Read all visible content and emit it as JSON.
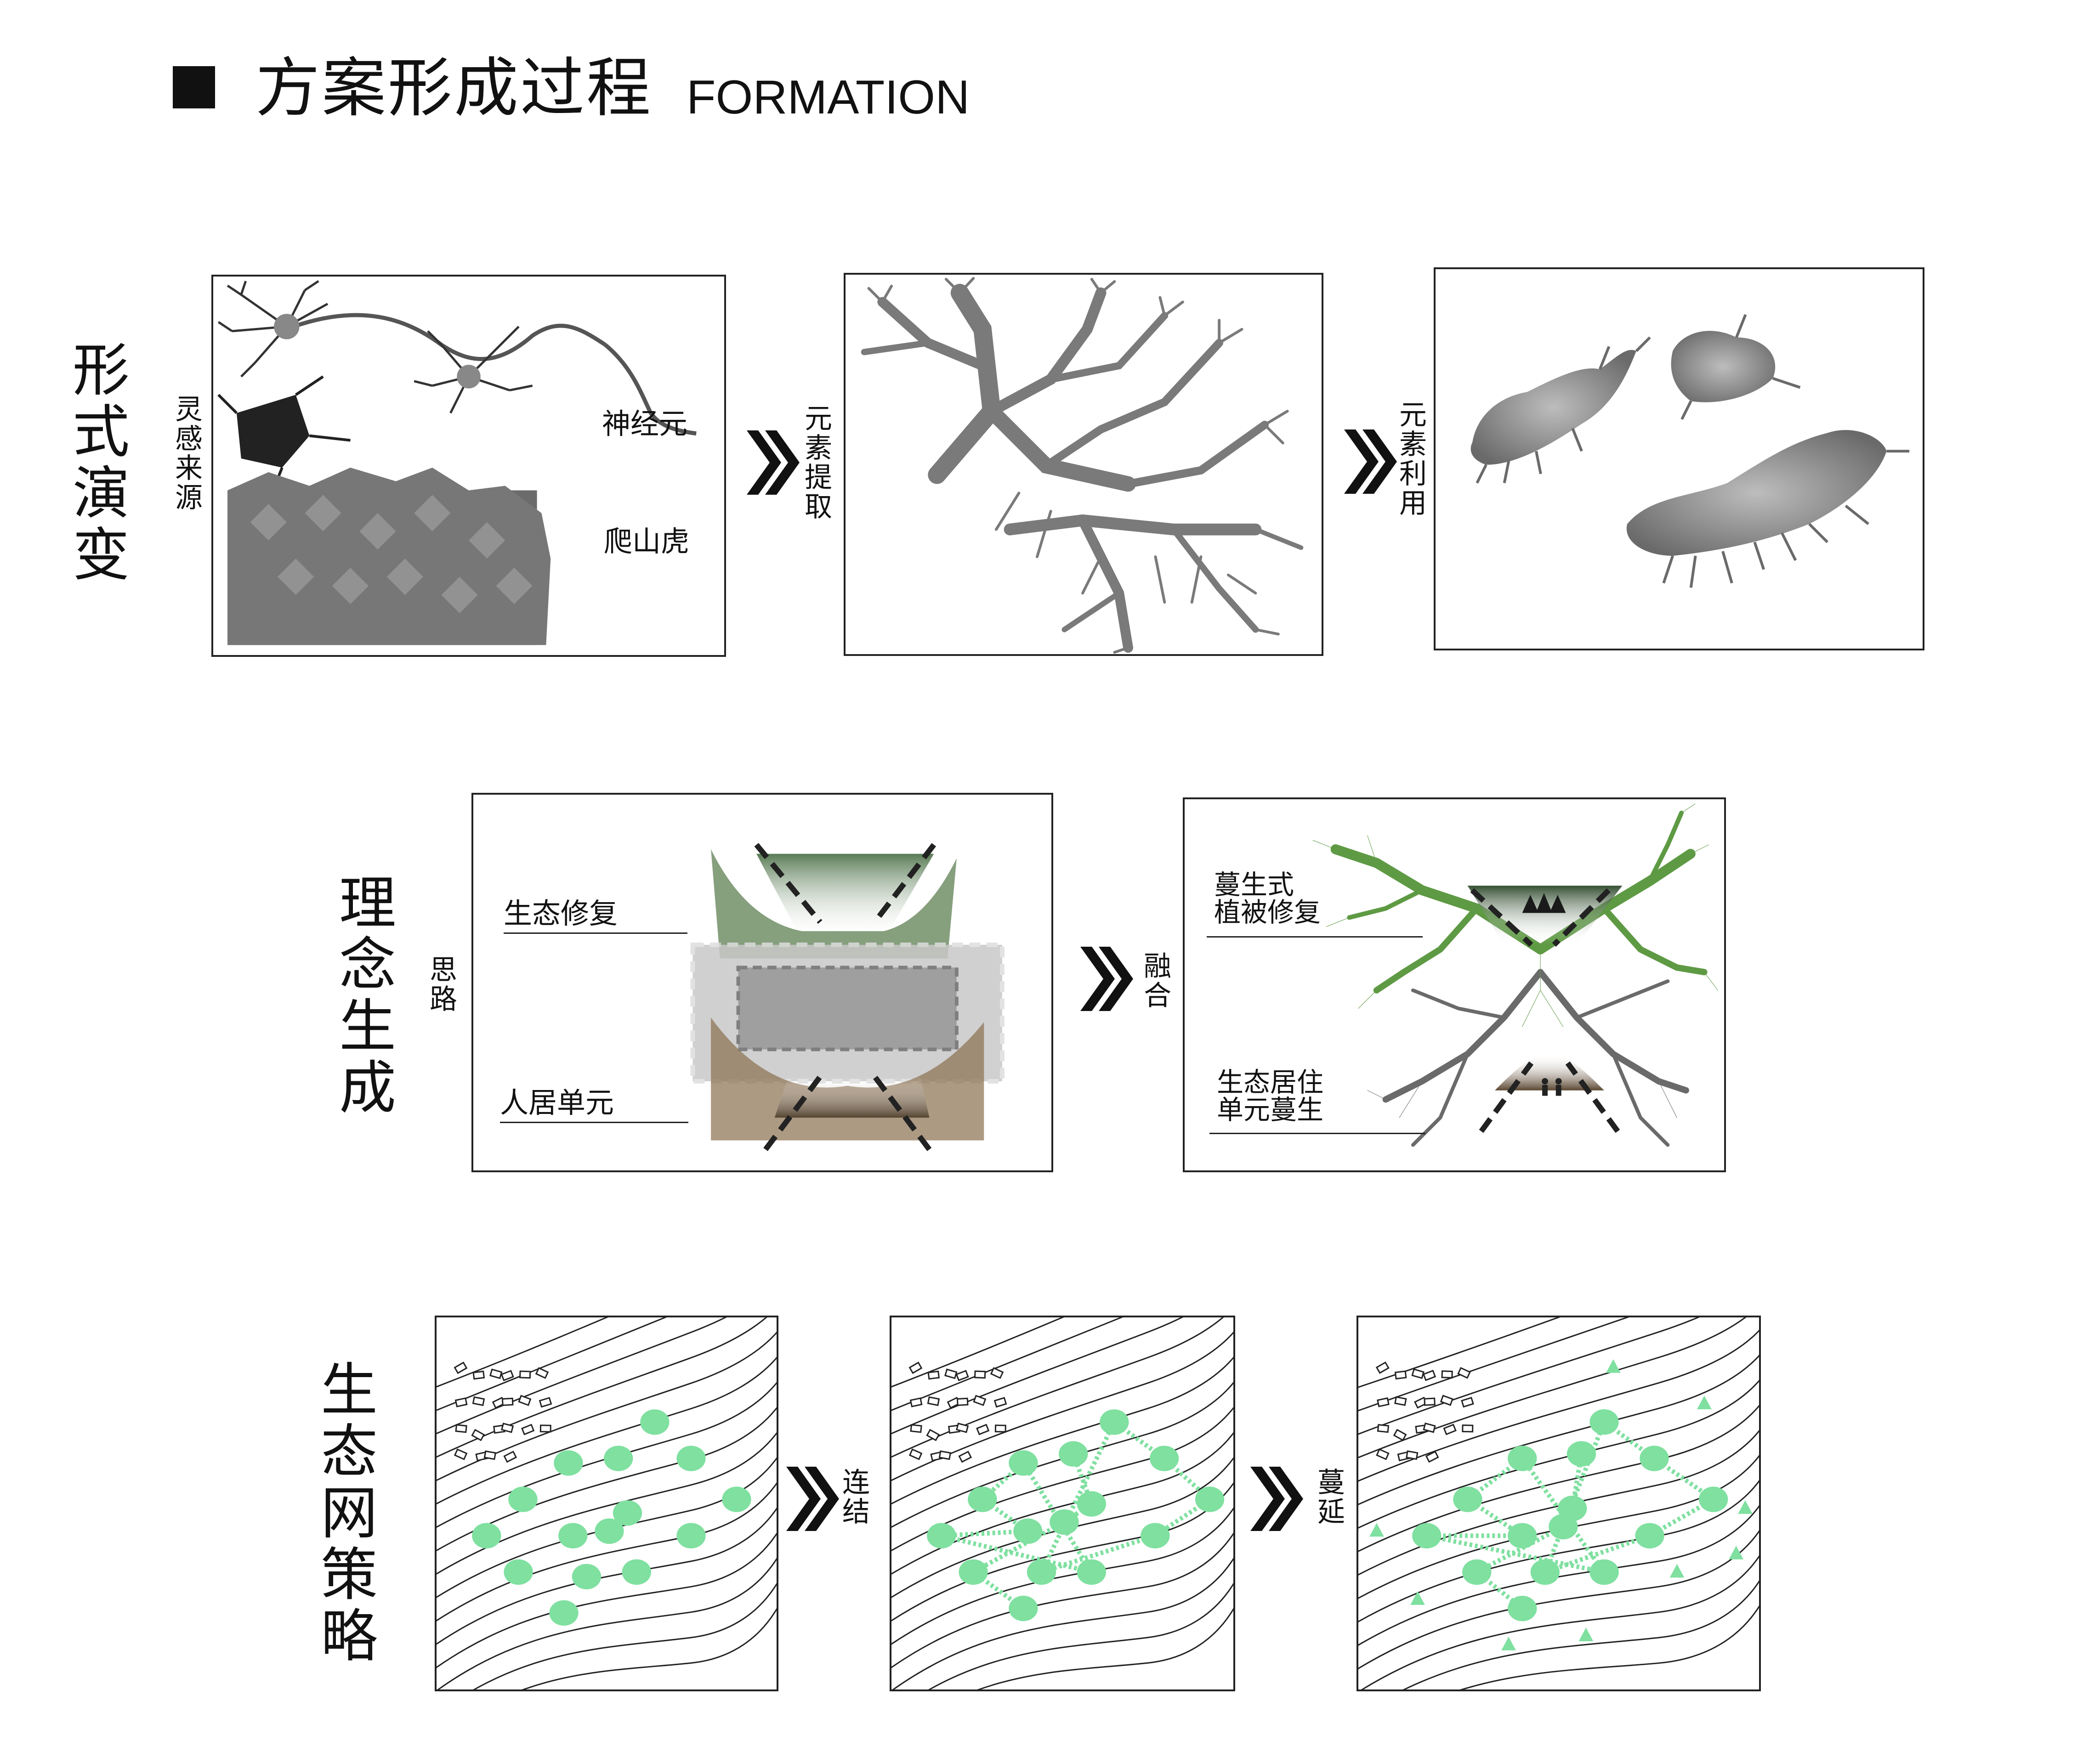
{
  "header": {
    "title_cn": "方案形成过程",
    "title_en": "FORMATION"
  },
  "rows": [
    {
      "label": "形式演变"
    },
    {
      "label": "理念生成"
    },
    {
      "label": "生态网策略"
    }
  ],
  "row1": {
    "step_labels": [
      "灵感来源",
      "元素提取",
      "元素利用"
    ],
    "panel1": {
      "label_neuron": "神经元",
      "label_ivy": "爬山虎"
    }
  },
  "row2": {
    "step_labels": [
      "思路",
      "融合"
    ],
    "panel1": {
      "label_top": "生态修复",
      "label_bottom": "人居单元"
    },
    "panel2": {
      "label_top_line1": "蔓生式",
      "label_top_line2": "植被修复",
      "label_bottom_line1": "生态居住",
      "label_bottom_line2": "单元蔓生"
    }
  },
  "row3": {
    "step_labels": [
      "连结",
      "蔓延"
    ]
  },
  "colors": {
    "ink": "#111111",
    "gray_shape": "#7a7a7a",
    "green_vine": "#5e9a44",
    "mint_node": "#7fe0a0",
    "brown_unit": "#8a6f4e"
  }
}
